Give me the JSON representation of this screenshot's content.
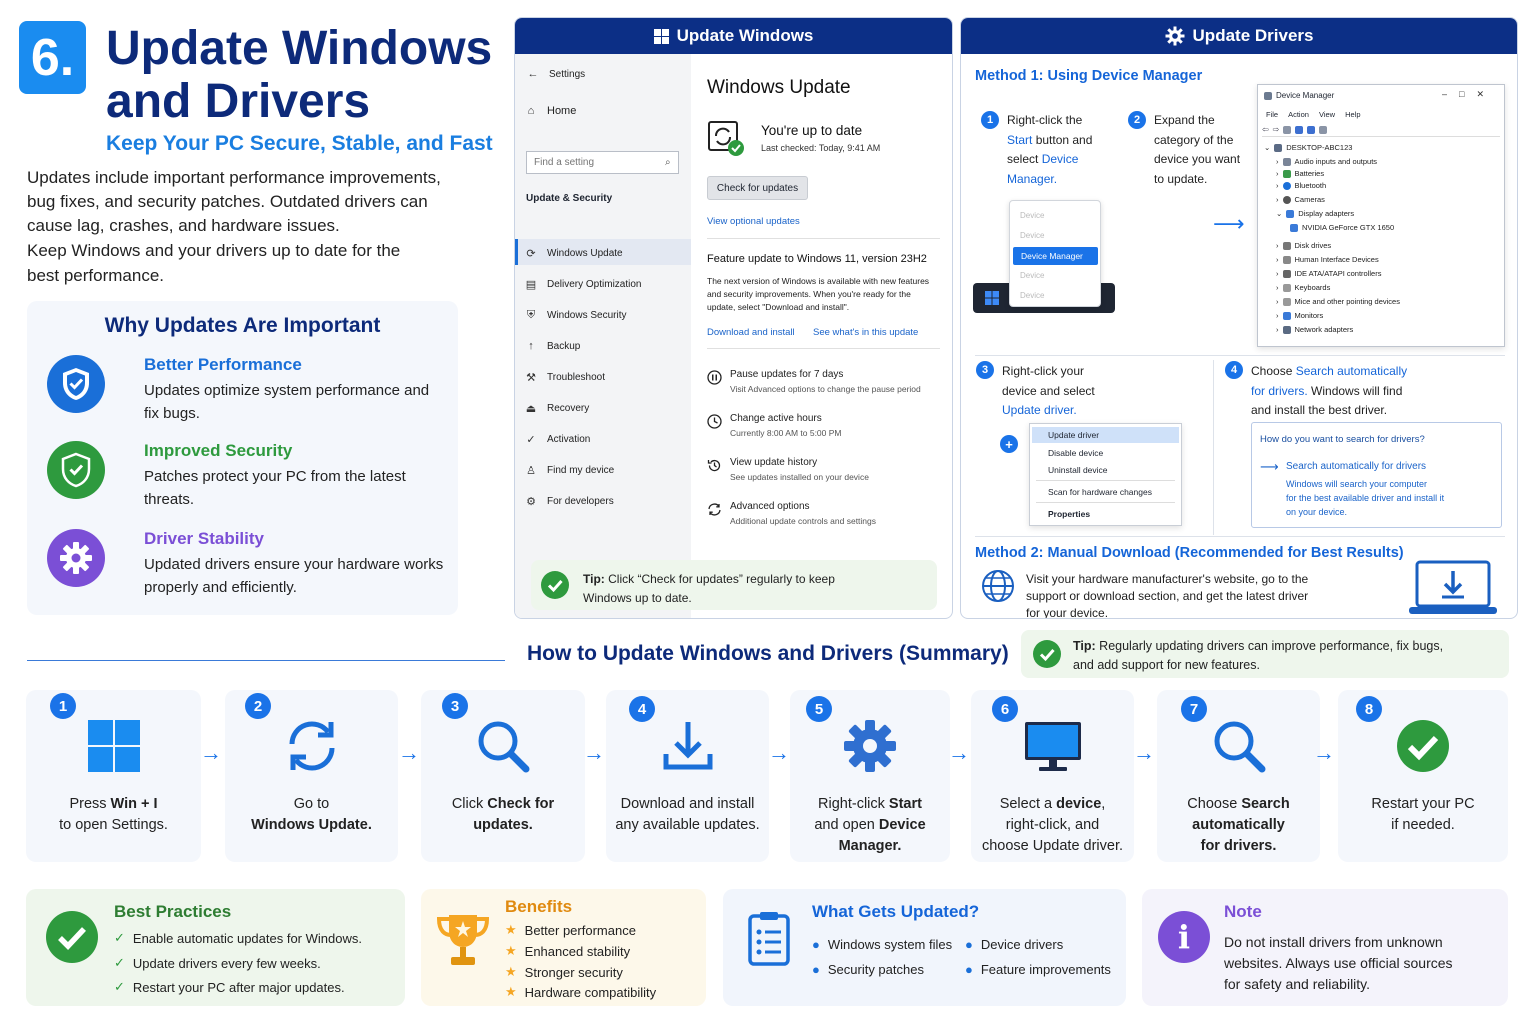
{
  "header": {
    "number": "6.",
    "title_line1": "Update Windows",
    "title_line2": "and Drivers",
    "subtitle": "Keep Your PC Secure, Stable, and Fast",
    "intro": [
      "Updates include important performance improvements,",
      "bug fixes, and security patches. Outdated drivers can",
      "cause lag, crashes, and hardware issues.",
      "Keep Windows and your drivers up to date for the",
      "best performance."
    ]
  },
  "why": {
    "title": "Why Updates Are Important",
    "items": [
      {
        "heading": "Better Performance",
        "text": "Updates optimize system performance and fix bugs.",
        "icon": "shield-check-icon",
        "color": "#1a6fd8"
      },
      {
        "heading": "Improved Security",
        "text": "Patches protect your PC from the latest threats.",
        "icon": "shield-check-icon",
        "color": "#2e9a3e"
      },
      {
        "heading": "Driver Stability",
        "text": "Updated drivers ensure your hardware works properly and efficiently.",
        "icon": "gear-icon",
        "color": "#7b4fd6"
      }
    ]
  },
  "windows_panel": {
    "header": "Update Windows",
    "sidebar": {
      "back_label": "Settings",
      "home": "Home",
      "search_placeholder": "Find a setting",
      "section": "Update & Security",
      "items": [
        "Windows Update",
        "Delivery Optimization",
        "Windows Security",
        "Backup",
        "Troubleshoot",
        "Recovery",
        "Activation",
        "Find my device",
        "For developers"
      ]
    },
    "main": {
      "title": "Windows Update",
      "status": "You're up to date",
      "last_checked": "Last checked: Today, 9:41 AM",
      "check_button": "Check for updates",
      "optional_link": "View optional updates",
      "feature_title": "Feature update to Windows 11, version 23H2",
      "feature_desc": [
        "The next version of Windows is available with new features",
        "and security improvements. When you're ready for the",
        "update, select \"Download and install\"."
      ],
      "download_link": "Download and install",
      "whats_new_link": "See what's in this update",
      "options": [
        {
          "title": "Pause updates for 7 days",
          "sub": "Visit Advanced options to change the pause period",
          "icon": "pause-icon"
        },
        {
          "title": "Change active hours",
          "sub": "Currently 8:00 AM to 5:00 PM",
          "icon": "clock-icon"
        },
        {
          "title": "View update history",
          "sub": "See updates installed on your device",
          "icon": "history-icon"
        },
        {
          "title": "Advanced options",
          "sub": "Additional update controls and settings",
          "icon": "sync-icon"
        }
      ]
    },
    "tip_label": "Tip:",
    "tip_text_1": "Click “Check for updates” regularly to keep",
    "tip_text_2": "Windows up to date."
  },
  "drivers_panel": {
    "header": "Update Drivers",
    "method1": "Method 1: Using Device Manager",
    "step1": {
      "num": "1",
      "pre": "Right-click the",
      "hl1": "Start",
      "mid": "button and",
      "pre2": "select",
      "hl2": "Device",
      "hl3": "Manager."
    },
    "step2": {
      "num": "2",
      "lines": [
        "Expand the",
        "category of the",
        "device you want",
        "to update."
      ]
    },
    "start_menu": [
      "Device",
      "Device",
      "Device Manager",
      "Device",
      "Device"
    ],
    "device_manager": {
      "title": "Device Manager",
      "menu": [
        "File",
        "Action",
        "View",
        "Help"
      ],
      "root": "DESKTOP-ABC123",
      "items": [
        "Audio inputs and outputs",
        "Batteries",
        "Bluetooth",
        "Cameras",
        "Display adapters",
        "NVIDIA GeForce GTX 1650",
        "Disk drives",
        "Human Interface Devices",
        "IDE ATA/ATAPI controllers",
        "Keyboards",
        "Mice and other pointing devices",
        "Monitors",
        "Network adapters"
      ]
    },
    "step3": {
      "num": "3",
      "line1": "Right-click your",
      "line2": "device and select",
      "hl": "Update driver."
    },
    "context_menu": [
      "Update driver",
      "Disable device",
      "Uninstall device",
      "Scan for hardware changes",
      "Properties"
    ],
    "step4": {
      "num": "4",
      "pre": "Choose",
      "hl1": "Search automatically",
      "hl2": "for drivers.",
      "post": "Windows will find",
      "line3": "and install the best driver."
    },
    "search_box": {
      "question": "How do you want to search for drivers?",
      "option": "Search automatically for drivers",
      "desc": [
        "Windows will search your computer",
        "for the best available driver and install it",
        "on your device."
      ]
    },
    "method2": "Method 2: Manual Download (Recommended for Best Results)",
    "method2_text": [
      "Visit your hardware manufacturer's website, go to the",
      "support or download section, and get the latest driver",
      "for your device."
    ]
  },
  "summary": {
    "title": "How to Update Windows and Drivers (Summary)",
    "tip_label": "Tip:",
    "tip_text_1": "Regularly updating drivers can improve performance, fix bugs,",
    "tip_text_2": "and add support for new features.",
    "steps": [
      {
        "num": "1",
        "l1a": "Press ",
        "l1b": "Win + I",
        "l1c": "",
        "l2a": "to open Settings.",
        "l2b": "",
        "l3": "",
        "icon": "windows-logo-icon"
      },
      {
        "num": "2",
        "l1a": "Go to",
        "l1b": "",
        "l1c": "",
        "l2a": "",
        "l2b": "Windows Update.",
        "l3": "",
        "icon": "sync-icon"
      },
      {
        "num": "3",
        "l1a": "Click ",
        "l1b": "Check for",
        "l1c": "",
        "l2a": "",
        "l2b": "updates.",
        "l3": "",
        "icon": "search-icon"
      },
      {
        "num": "4",
        "l1a": "Download and install",
        "l1b": "",
        "l1c": "",
        "l2a": "any available updates.",
        "l2b": "",
        "l3": "",
        "icon": "download-icon"
      },
      {
        "num": "5",
        "l1a": "Right-click ",
        "l1b": "Start",
        "l1c": "",
        "l2a": "and open ",
        "l2b": "Device",
        "l3": "Manager.",
        "icon": "gear-icon"
      },
      {
        "num": "6",
        "l1a": "Select a ",
        "l1b": "device",
        "l1c": ",",
        "l2a": "right-click, and",
        "l2b": "",
        "l3": "choose Update driver.",
        "icon": "monitor-icon"
      },
      {
        "num": "7",
        "l1a": "Choose ",
        "l1b": "Search",
        "l1c": "",
        "l2a": "",
        "l2b": "automatically",
        "l3": "for drivers.",
        "icon": "search-icon"
      },
      {
        "num": "8",
        "l1a": "Restart your PC",
        "l1b": "",
        "l1c": "",
        "l2a": "if needed.",
        "l2b": "",
        "l3": "",
        "icon": "check-circle-icon"
      }
    ]
  },
  "best_practices": {
    "title": "Best Practices",
    "items": [
      "Enable automatic updates for Windows.",
      "Update drivers every few weeks.",
      "Restart your PC after major updates."
    ]
  },
  "benefits": {
    "title": "Benefits",
    "items": [
      "Better performance",
      "Enhanced stability",
      "Stronger security",
      "Hardware compatibility"
    ]
  },
  "what_updated": {
    "title": "What Gets Updated?",
    "items": [
      "Windows system files",
      "Security patches",
      "Device drivers",
      "Feature improvements"
    ]
  },
  "note": {
    "title": "Note",
    "lines": [
      "Do not install drivers from unknown",
      "websites. Always use official sources",
      "for safety and reliability."
    ]
  }
}
